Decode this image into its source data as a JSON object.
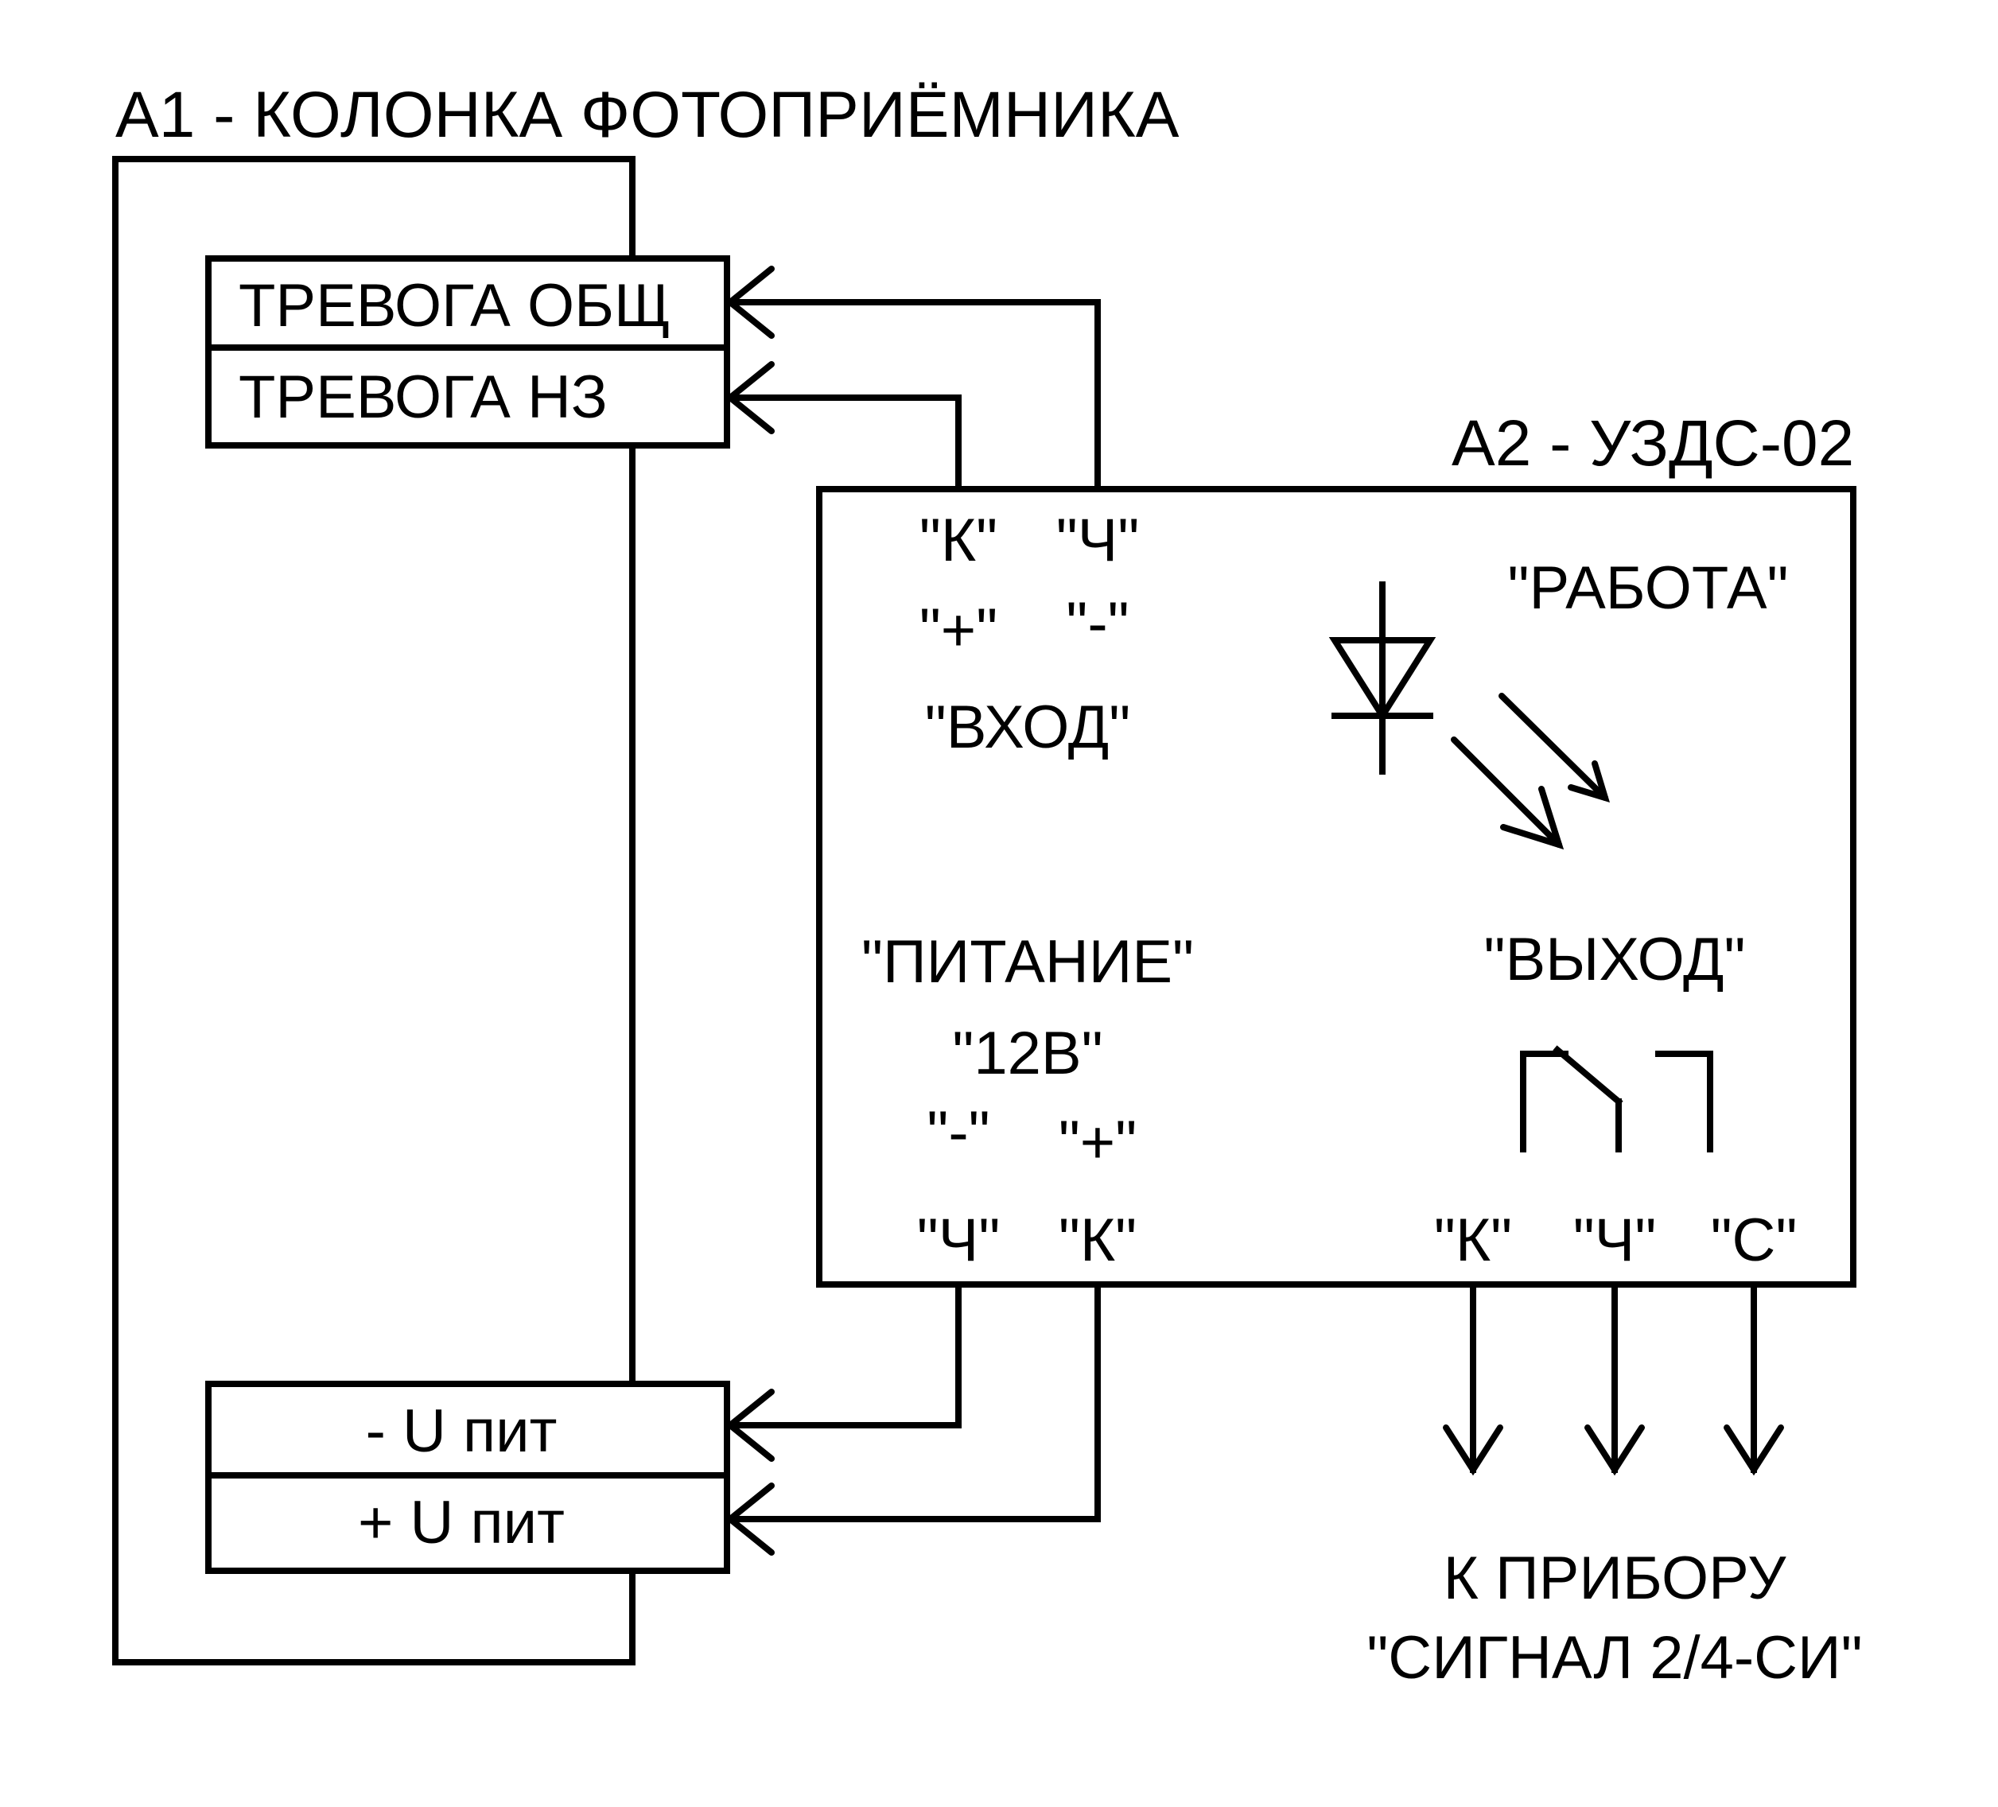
{
  "a1": {
    "title": "А1 - КОЛОНКА ФОТОПРИЁМНИКА",
    "terminals": {
      "alarm_common": "ТРЕВОГА ОБЩ",
      "alarm_nc": "ТРЕВОГА НЗ",
      "minus_supply": "- U пит",
      "plus_supply": "+ U пит"
    }
  },
  "a2": {
    "title": "А2 - УЗДС-02",
    "input": {
      "pin_k": "\"К\"",
      "pin_ch": "\"Ч\"",
      "pol_plus": "\"+\"",
      "pol_minus": "\"-\"",
      "label": "\"ВХОД\""
    },
    "work_label": "\"РАБОТА\"",
    "power": {
      "label": "\"ПИТАНИЕ\"",
      "voltage": "\"12В\"",
      "pol_minus": "\"-\"",
      "pol_plus": "\"+\"",
      "pin_ch": "\"Ч\"",
      "pin_k": "\"К\""
    },
    "output": {
      "label": "\"ВЫХОД\"",
      "pin_k": "\"К\"",
      "pin_ch": "\"Ч\"",
      "pin_c": "\"С\""
    }
  },
  "destination": {
    "line1": "К ПРИБОРУ",
    "line2": "\"СИГНАЛ 2/4-СИ\""
  }
}
